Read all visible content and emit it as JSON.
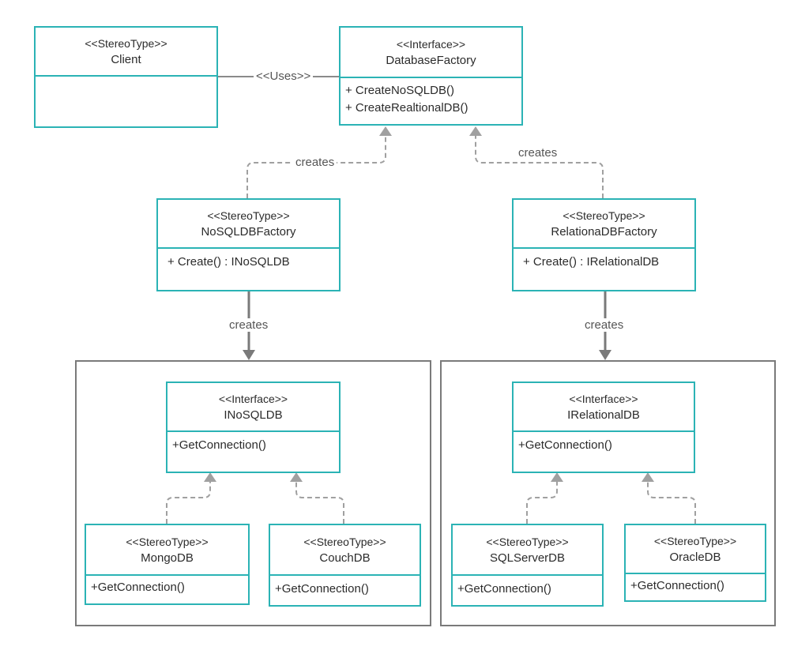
{
  "colors": {
    "class_border": "#2bb3b5",
    "line": "#7a7a7a",
    "dashed": "#a0a0a0"
  },
  "classes": {
    "client": {
      "stereotype": "<<StereoType>>",
      "name": "Client",
      "ops": []
    },
    "database_factory": {
      "stereotype": "<<Interface>>",
      "name": "DatabaseFactory",
      "ops": [
        "+ CreateNoSQLDB()",
        "+ CreateRealtionalDB()"
      ]
    },
    "nosql_factory": {
      "stereotype": "<<StereoType>>",
      "name": "NoSQLDBFactory",
      "ops": [
        "+ Create() : INoSQLDB"
      ]
    },
    "relational_factory": {
      "stereotype": "<<StereoType>>",
      "name": "RelationaDBFactory",
      "ops": [
        "+ Create() : IRelationalDB"
      ]
    },
    "inosqldb": {
      "stereotype": "<<Interface>>",
      "name": "INoSQLDB",
      "ops": [
        "+GetConnection()"
      ]
    },
    "irelationaldb": {
      "stereotype": "<<Interface>>",
      "name": "IRelationalDB",
      "ops": [
        "+GetConnection()"
      ]
    },
    "mongodb": {
      "stereotype": "<<StereoType>>",
      "name": "MongoDB",
      "ops": [
        "+GetConnection()"
      ]
    },
    "couchdb": {
      "stereotype": "<<StereoType>>",
      "name": "CouchDB",
      "ops": [
        "+GetConnection()"
      ]
    },
    "sqlserverdb": {
      "stereotype": "<<StereoType>>",
      "name": "SQLServerDB",
      "ops": [
        "+GetConnection()"
      ]
    },
    "oracledb": {
      "stereotype": "<<StereoType>>",
      "name": "OracleDB",
      "ops": [
        "+GetConnection()"
      ]
    }
  },
  "edges": {
    "uses": "<<Uses>>",
    "creates_left_up": "creates",
    "creates_right_up": "creates",
    "creates_left_down": "creates",
    "creates_right_down": "creates"
  }
}
